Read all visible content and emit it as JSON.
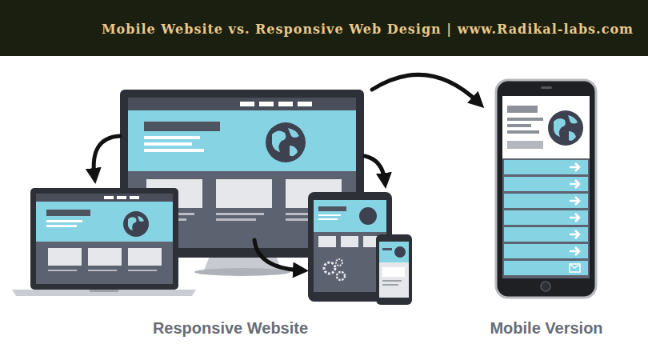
{
  "diagram": {
    "title": "Mobile Website vs. Responsive Web Design | www.Radikal-labs.com",
    "labels": [
      "Responsive Website",
      "Mobile Version"
    ]
  }
}
